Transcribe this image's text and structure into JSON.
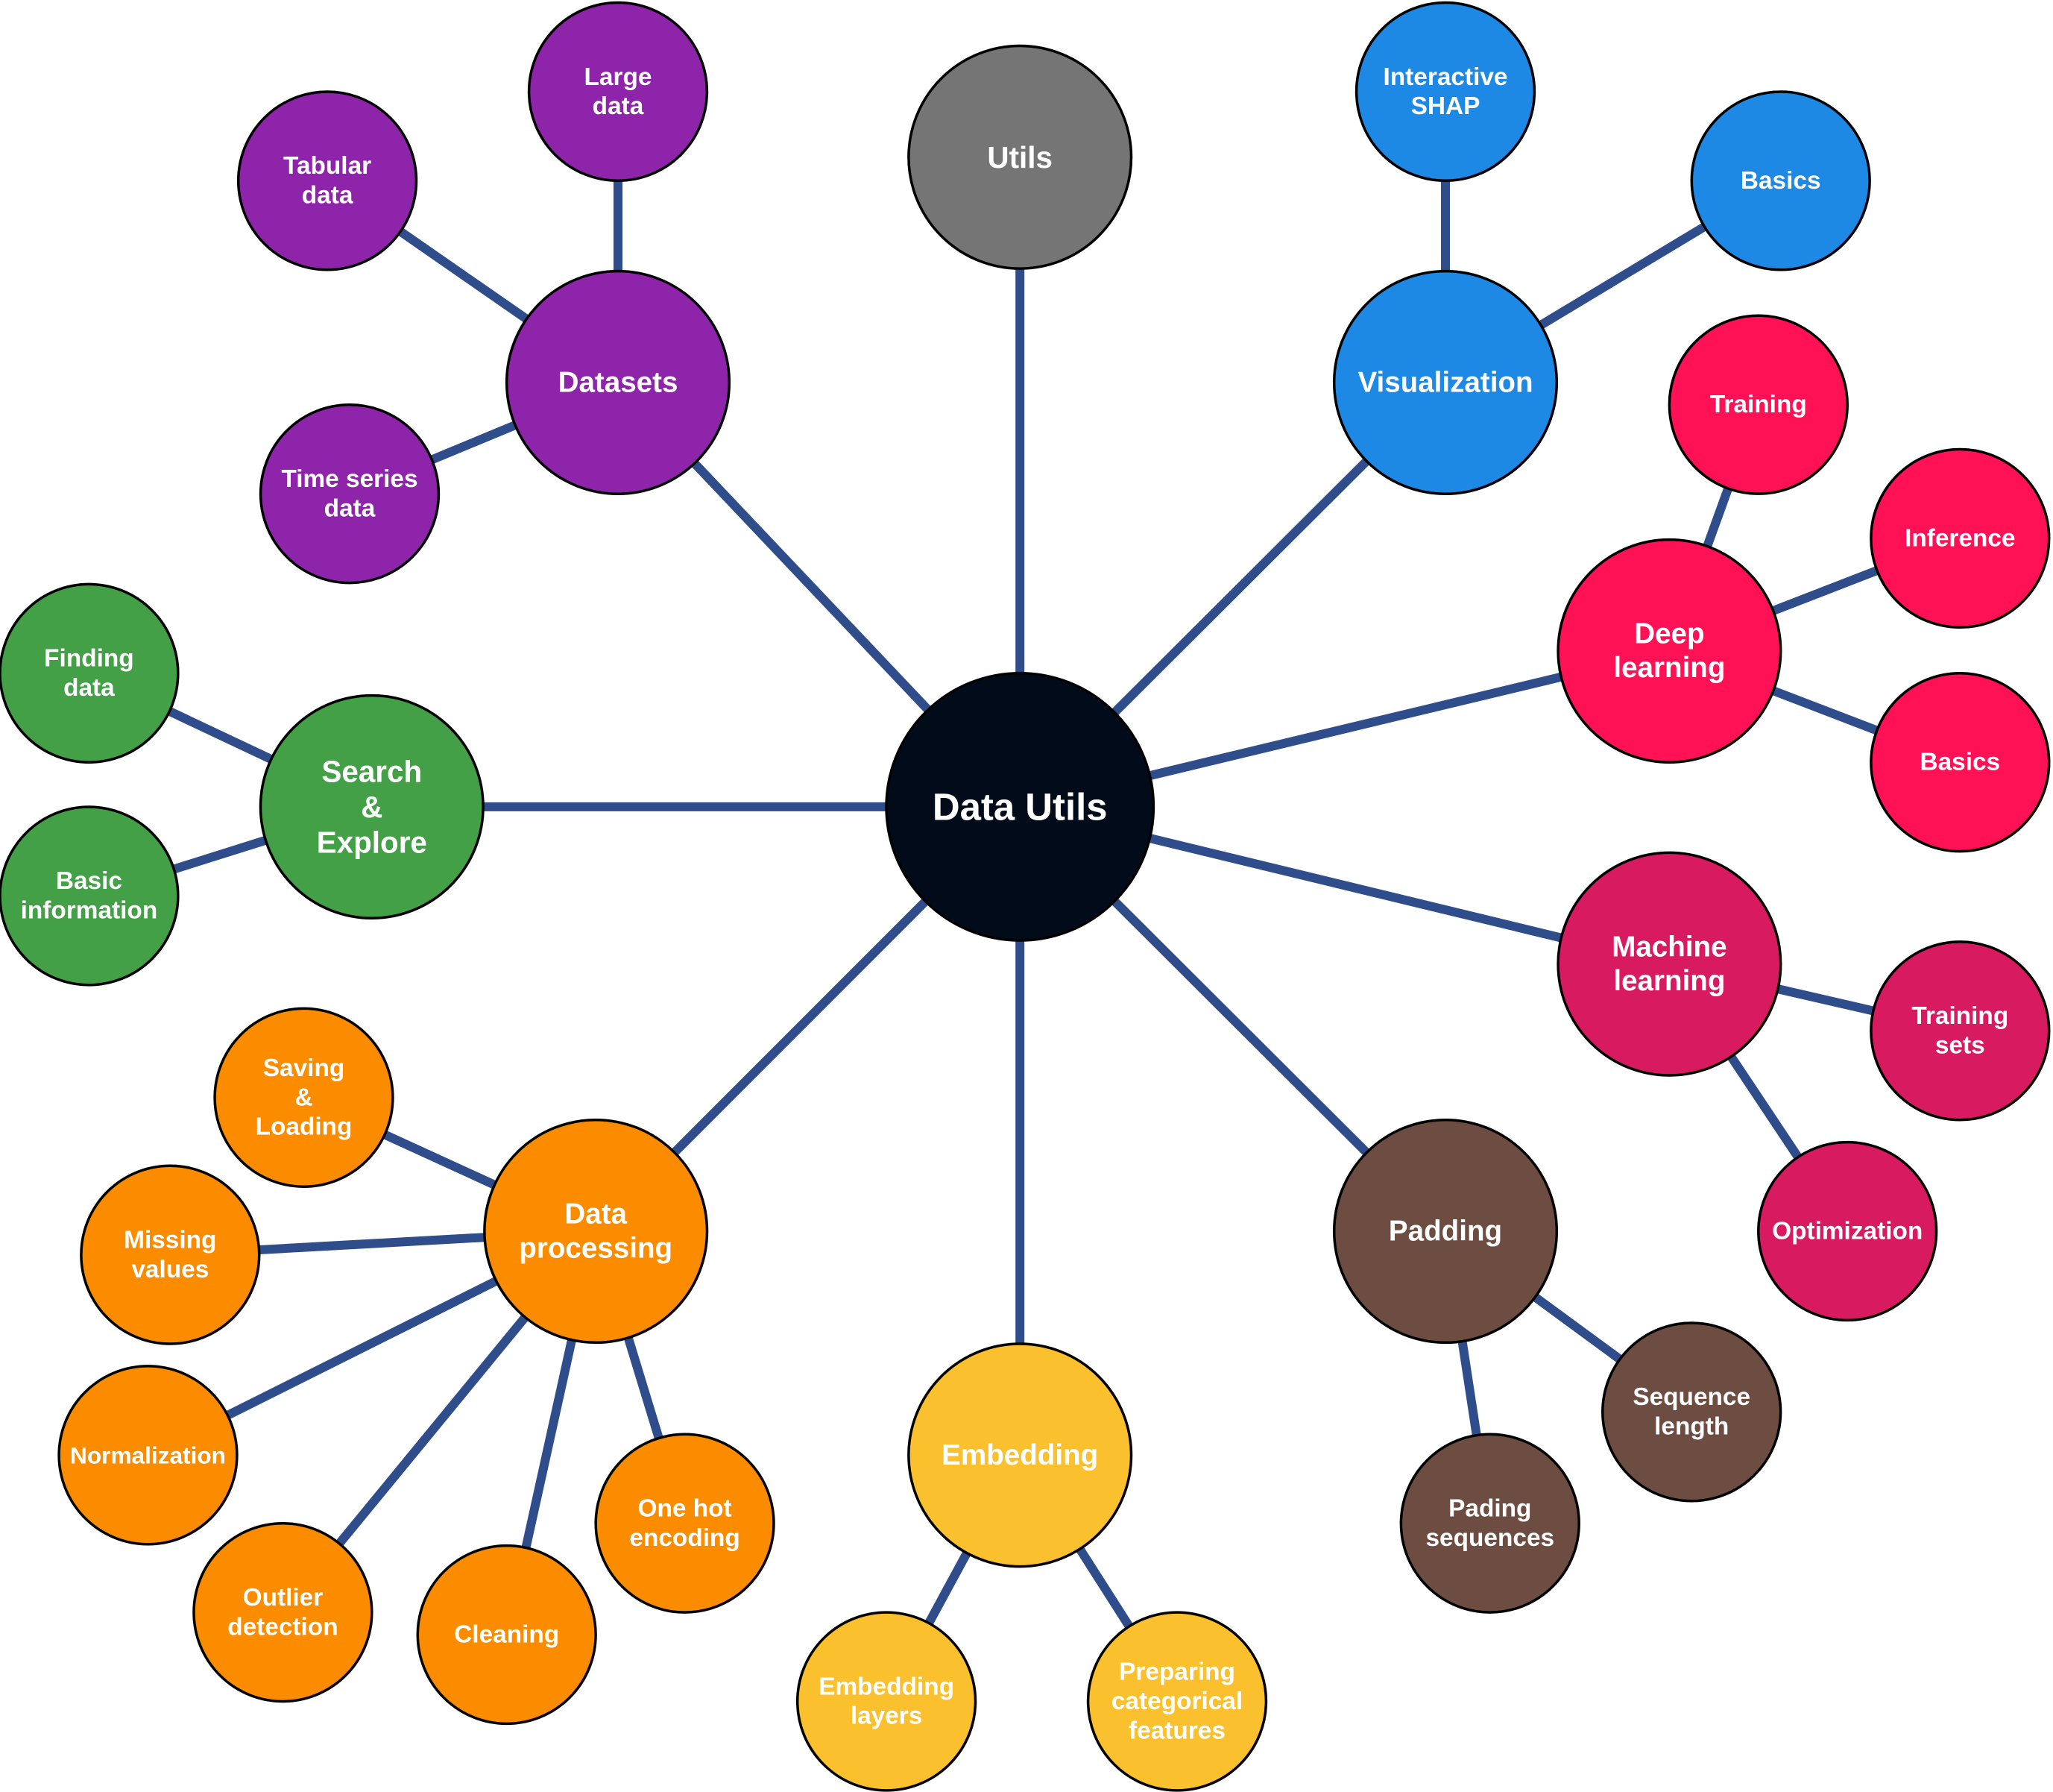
{
  "colors": {
    "edge": "#2f4d8a",
    "text": "#ffffff",
    "outline": "#000000"
  },
  "nodes": [
    {
      "id": "root",
      "lines": [
        "Data Utils"
      ],
      "color": "#020b19"
    },
    {
      "id": "utils",
      "lines": [
        "Utils"
      ],
      "color": "#757575"
    },
    {
      "id": "datasets",
      "lines": [
        "Datasets"
      ],
      "color": "#8e24aa"
    },
    {
      "id": "large-data",
      "lines": [
        "Large",
        "data"
      ],
      "color": "#8e24aa"
    },
    {
      "id": "tabular-data",
      "lines": [
        "Tabular",
        "data"
      ],
      "color": "#8e24aa"
    },
    {
      "id": "time-series-data",
      "lines": [
        "Time series",
        "data"
      ],
      "color": "#8e24aa"
    },
    {
      "id": "search-explore",
      "lines": [
        "Search",
        "&",
        "Explore"
      ],
      "color": "#43a047"
    },
    {
      "id": "finding-data",
      "lines": [
        "Finding",
        "data"
      ],
      "color": "#43a047"
    },
    {
      "id": "basic-information",
      "lines": [
        "Basic",
        "information"
      ],
      "color": "#43a047"
    },
    {
      "id": "data-processing",
      "lines": [
        "Data",
        "processing"
      ],
      "color": "#fb8c00"
    },
    {
      "id": "saving-loading",
      "lines": [
        "Saving",
        "&",
        "Loading"
      ],
      "color": "#fb8c00"
    },
    {
      "id": "missing-values",
      "lines": [
        "Missing",
        "values"
      ],
      "color": "#fb8c00"
    },
    {
      "id": "normalization",
      "lines": [
        "Normalization"
      ],
      "color": "#fb8c00"
    },
    {
      "id": "outlier-detection",
      "lines": [
        "Outlier",
        "detection"
      ],
      "color": "#fb8c00"
    },
    {
      "id": "cleaning",
      "lines": [
        "Cleaning"
      ],
      "color": "#fb8c00"
    },
    {
      "id": "one-hot-encoding",
      "lines": [
        "One hot",
        "encoding"
      ],
      "color": "#fb8c00"
    },
    {
      "id": "embedding",
      "lines": [
        "Embedding"
      ],
      "color": "#fbc02d"
    },
    {
      "id": "embedding-layers",
      "lines": [
        "Embedding",
        "layers"
      ],
      "color": "#fbc02d"
    },
    {
      "id": "preparing-categorical-features",
      "lines": [
        "Preparing",
        "categorical",
        "features"
      ],
      "color": "#fbc02d"
    },
    {
      "id": "padding",
      "lines": [
        "Padding"
      ],
      "color": "#6d4c41"
    },
    {
      "id": "sequence-length",
      "lines": [
        "Sequence",
        "length"
      ],
      "color": "#6d4c41"
    },
    {
      "id": "pading-sequences",
      "lines": [
        "Pading",
        "sequences"
      ],
      "color": "#6d4c41"
    },
    {
      "id": "machine-learning",
      "lines": [
        "Machine",
        "learning"
      ],
      "color": "#d81b60"
    },
    {
      "id": "training-sets",
      "lines": [
        "Training",
        "sets"
      ],
      "color": "#d81b60"
    },
    {
      "id": "optimization",
      "lines": [
        "Optimization"
      ],
      "color": "#d81b60"
    },
    {
      "id": "deep-learning",
      "lines": [
        "Deep",
        "learning"
      ],
      "color": "#ff1155"
    },
    {
      "id": "training",
      "lines": [
        "Training"
      ],
      "color": "#ff1155"
    },
    {
      "id": "inference",
      "lines": [
        "Inference"
      ],
      "color": "#ff1155"
    },
    {
      "id": "dl-basics",
      "lines": [
        "Basics"
      ],
      "color": "#ff1155"
    },
    {
      "id": "visualization",
      "lines": [
        "Visualization"
      ],
      "color": "#1e88e5"
    },
    {
      "id": "interactive-shap",
      "lines": [
        "Interactive",
        "SHAP"
      ],
      "color": "#1e88e5"
    },
    {
      "id": "viz-basics",
      "lines": [
        "Basics"
      ],
      "color": "#1e88e5"
    }
  ],
  "edges": [
    [
      "root",
      "utils"
    ],
    [
      "root",
      "datasets"
    ],
    [
      "root",
      "search-explore"
    ],
    [
      "root",
      "data-processing"
    ],
    [
      "root",
      "embedding"
    ],
    [
      "root",
      "padding"
    ],
    [
      "root",
      "machine-learning"
    ],
    [
      "root",
      "deep-learning"
    ],
    [
      "root",
      "visualization"
    ],
    [
      "datasets",
      "large-data"
    ],
    [
      "datasets",
      "tabular-data"
    ],
    [
      "datasets",
      "time-series-data"
    ],
    [
      "search-explore",
      "finding-data"
    ],
    [
      "search-explore",
      "basic-information"
    ],
    [
      "data-processing",
      "saving-loading"
    ],
    [
      "data-processing",
      "missing-values"
    ],
    [
      "data-processing",
      "normalization"
    ],
    [
      "data-processing",
      "outlier-detection"
    ],
    [
      "data-processing",
      "cleaning"
    ],
    [
      "data-processing",
      "one-hot-encoding"
    ],
    [
      "embedding",
      "embedding-layers"
    ],
    [
      "embedding",
      "preparing-categorical-features"
    ],
    [
      "padding",
      "sequence-length"
    ],
    [
      "padding",
      "pading-sequences"
    ],
    [
      "machine-learning",
      "training-sets"
    ],
    [
      "machine-learning",
      "optimization"
    ],
    [
      "deep-learning",
      "training"
    ],
    [
      "deep-learning",
      "inference"
    ],
    [
      "deep-learning",
      "dl-basics"
    ],
    [
      "visualization",
      "interactive-shap"
    ],
    [
      "visualization",
      "viz-basics"
    ]
  ]
}
